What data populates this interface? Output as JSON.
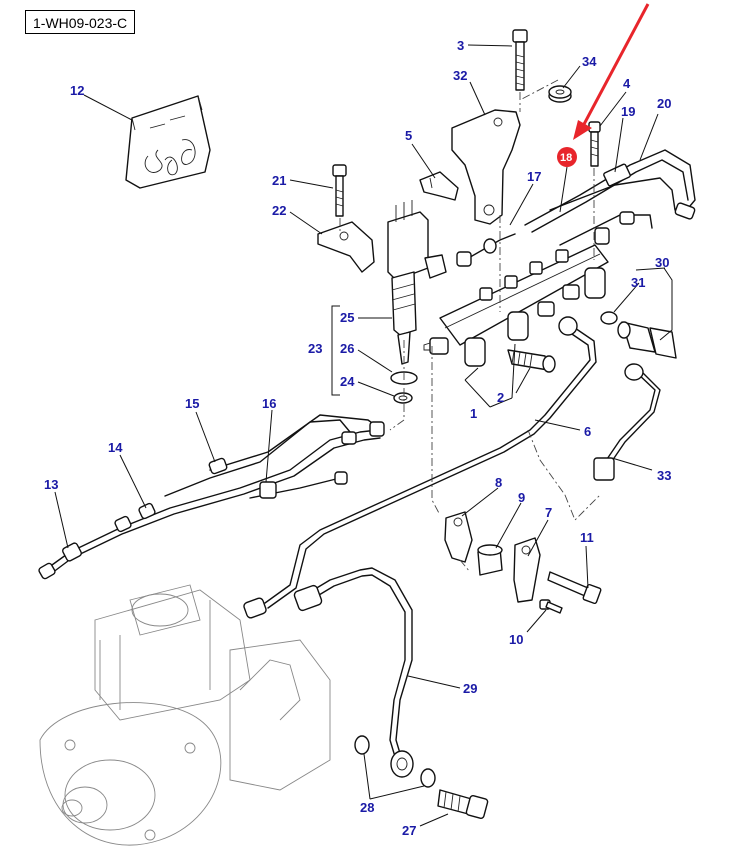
{
  "diagram_ref": "1-WH09-023-C",
  "callouts": {
    "c1": "1",
    "c2": "2",
    "c3": "3",
    "c4": "4",
    "c5": "5",
    "c6": "6",
    "c7": "7",
    "c8": "8",
    "c9": "9",
    "c10": "10",
    "c11": "11",
    "c12": "12",
    "c13": "13",
    "c14": "14",
    "c15": "15",
    "c16": "16",
    "c17": "17",
    "c18": "18",
    "c19": "19",
    "c20": "20",
    "c21": "21",
    "c22": "22",
    "c23": "23",
    "c24": "24",
    "c25": "25",
    "c26": "26",
    "c27": "27",
    "c28": "28",
    "c29": "29",
    "c30": "30",
    "c31": "31",
    "c32": "32",
    "c33": "33",
    "c34": "34"
  },
  "highlight": {
    "part": "18",
    "badge_color": "#e8252b",
    "arrow_color": "#e8252b"
  },
  "colors": {
    "callout_text": "#1a1aa6"
  }
}
